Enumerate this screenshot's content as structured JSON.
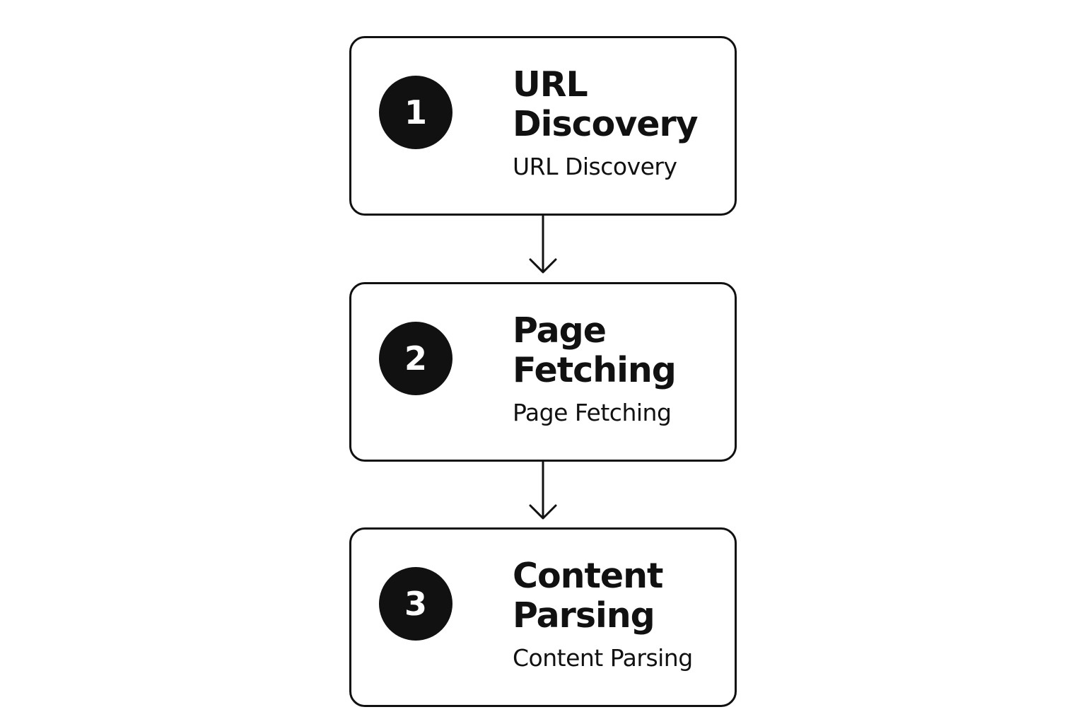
{
  "steps": [
    {
      "number": "1",
      "title": "URL\nDiscovery",
      "subtitle": "URL Discovery"
    },
    {
      "number": "2",
      "title": "Page\nFetching",
      "subtitle": "Page Fetching"
    },
    {
      "number": "3",
      "title": "Content\nParsing",
      "subtitle": "Content Parsing"
    }
  ],
  "colors": {
    "stroke": "#111111",
    "badge_fill": "#111111",
    "badge_text": "#ffffff",
    "background": "#ffffff"
  }
}
